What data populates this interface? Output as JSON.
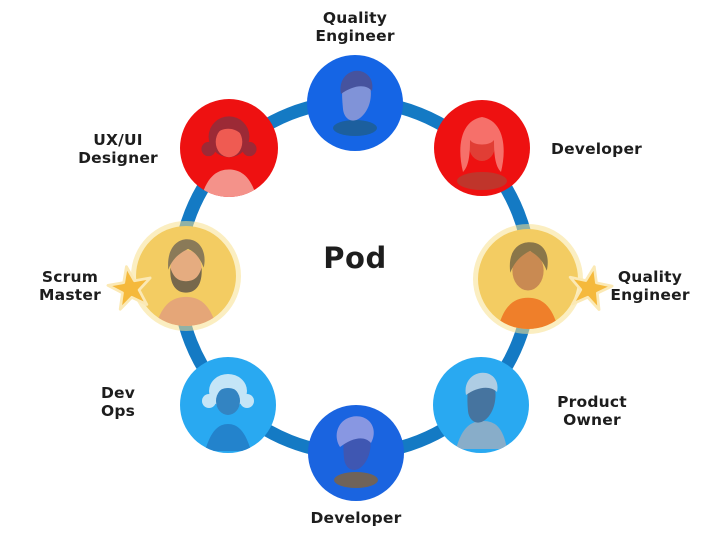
{
  "center": {
    "label": "Pod"
  },
  "colors": {
    "background": "#ffffff",
    "text": "#1d1d1d",
    "ring": "#147ac4",
    "star": "#f5b93c",
    "star_outline": "#fbe9b5"
  },
  "roles": [
    {
      "id": "quality-engineer-top",
      "label": "Quality Engineer",
      "label_lines": [
        "Quality",
        "Engineer"
      ],
      "circle_color": "#1565e5",
      "has_star": false,
      "avatar": {
        "hair": "#46539e",
        "face": "#8093d8",
        "shirt": "#1c5f9e"
      }
    },
    {
      "id": "developer-right",
      "label": "Developer",
      "label_lines": [
        "Developer"
      ],
      "circle_color": "#ee1111",
      "has_star": false,
      "avatar": {
        "hair": "#f6706a",
        "face": "#e13e35",
        "shirt": "#c0352b"
      }
    },
    {
      "id": "quality-engineer-right",
      "label": "Quality Engineer",
      "label_lines": [
        "Quality",
        "Engineer"
      ],
      "circle_color": "#f3cc62",
      "has_star": true,
      "avatar": {
        "hair": "#8a7649",
        "face": "#c98a52",
        "shirt": "#ef7f2a"
      }
    },
    {
      "id": "product-owner",
      "label": "Product Owner",
      "label_lines": [
        "Product",
        "Owner"
      ],
      "circle_color": "#29a9f1",
      "has_star": false,
      "avatar": {
        "hair": "#aecde4",
        "face": "#46749f",
        "shirt": "#88adc9"
      }
    },
    {
      "id": "developer-bottom",
      "label": "Developer",
      "label_lines": [
        "Developer"
      ],
      "circle_color": "#1a64e0",
      "has_star": false,
      "avatar": {
        "hair": "#8897e2",
        "face": "#3f57b2",
        "shirt": "#6f635a"
      }
    },
    {
      "id": "dev-ops",
      "label": "Dev Ops",
      "label_lines": [
        "Dev",
        "Ops"
      ],
      "circle_color": "#29a9f1",
      "has_star": false,
      "avatar": {
        "hair": "#c4e5f7",
        "face": "#3384c2",
        "shirt": "#2383cc"
      }
    },
    {
      "id": "scrum-master",
      "label": "Scrum Master",
      "label_lines": [
        "Scrum",
        "Master"
      ],
      "circle_color": "#f3cc62",
      "has_star": true,
      "avatar": {
        "hair": "#8a7a58",
        "face": "#e5ac80",
        "shirt": "#e5a678",
        "beard": "#77684c"
      }
    },
    {
      "id": "ux-ui-designer",
      "label": "UX/UI Designer",
      "label_lines": [
        "UX/UI",
        "Designer"
      ],
      "circle_color": "#ee1111",
      "has_star": false,
      "avatar": {
        "hair": "#9c2a36",
        "face": "#ef5b52",
        "shirt": "#f4928a"
      }
    }
  ]
}
